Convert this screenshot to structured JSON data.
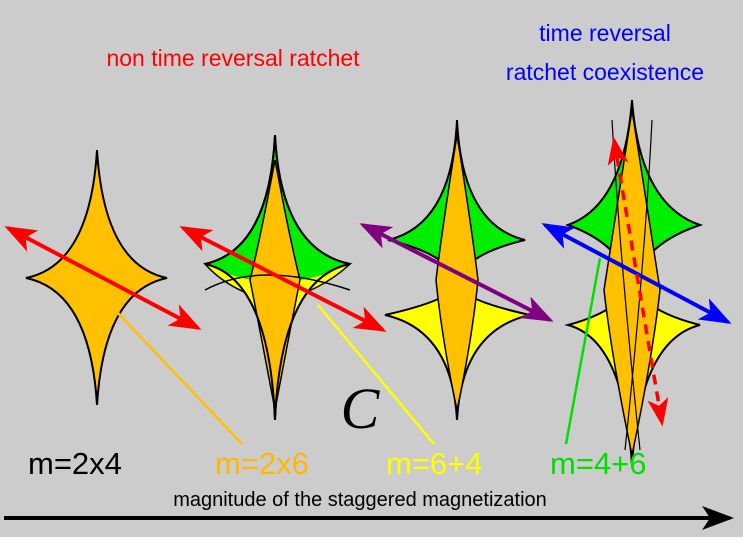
{
  "labels": {
    "non_time_reversal": "non time reversal ratchet",
    "time_reversal_line1": "time reversal",
    "time_reversal_line2": "ratchet coexistence",
    "curve_label": "C",
    "axis_label": "magnitude of the staggered magnetization"
  },
  "cases": [
    {
      "id": "m-2x4",
      "label": "m=2x4",
      "label_color": "#000000"
    },
    {
      "id": "m-2x6",
      "label": "m=2x6",
      "label_color": "#ffb800"
    },
    {
      "id": "m-6p4",
      "label": "m=6+4",
      "label_color": "#ffff00"
    },
    {
      "id": "m-4p6",
      "label": "m=4+6",
      "label_color": "#00e000"
    }
  ],
  "colors": {
    "background": "#cccccc",
    "orange_region": "#ffc000",
    "yellow_region": "#ffff00",
    "green_region": "#00ee00",
    "non_time_reversal_text": "#ff0000",
    "time_reversal_text": "#0000ff",
    "arrow_red": "#ff0000",
    "arrow_purple": "#800080",
    "arrow_blue": "#0000ff"
  }
}
